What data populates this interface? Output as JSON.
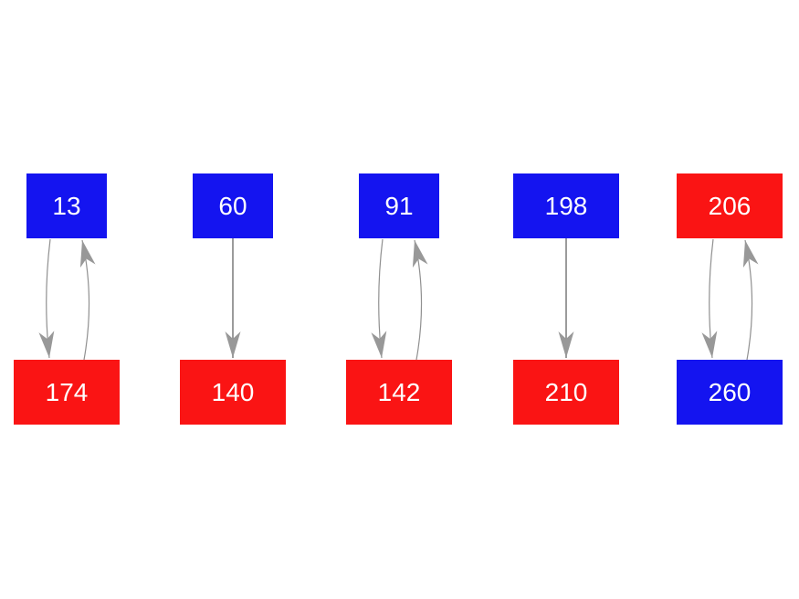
{
  "canvas": {
    "background": "#ffffff"
  },
  "colors": {
    "blue": "#1414f0",
    "red": "#fa1414",
    "arrow_line": "#909090",
    "arrow_head": "#989898",
    "node_text": "#ffffff"
  },
  "diagram": {
    "type": "node-pair-graph",
    "description": "Five vertical pairs of colored rectangular nodes connected by gray arrows",
    "pairs": [
      {
        "top": {
          "label": "13",
          "color": "blue"
        },
        "bottom": {
          "label": "174",
          "color": "red"
        },
        "edges": "bidirectional"
      },
      {
        "top": {
          "label": "60",
          "color": "blue"
        },
        "bottom": {
          "label": "140",
          "color": "red"
        },
        "edges": "top-to-bottom"
      },
      {
        "top": {
          "label": "91",
          "color": "blue"
        },
        "bottom": {
          "label": "142",
          "color": "red"
        },
        "edges": "bidirectional"
      },
      {
        "top": {
          "label": "198",
          "color": "blue"
        },
        "bottom": {
          "label": "210",
          "color": "red"
        },
        "edges": "top-to-bottom"
      },
      {
        "top": {
          "label": "206",
          "color": "red"
        },
        "bottom": {
          "label": "260",
          "color": "blue"
        },
        "edges": "bidirectional"
      }
    ]
  }
}
